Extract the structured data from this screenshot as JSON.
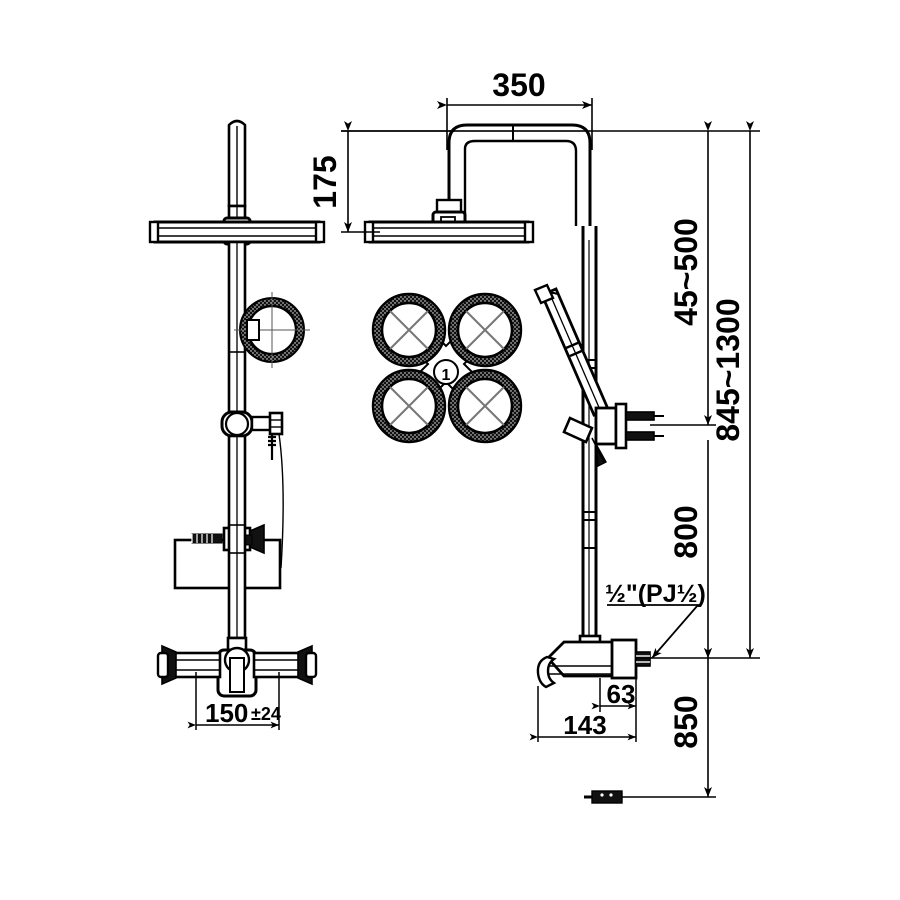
{
  "drawing": {
    "type": "technical-dimension-drawing",
    "subject": "shower column with thermostatic mixer, rain shower head, body jets and hand shower",
    "units": "mm",
    "line_color": "#000000",
    "background_color": "#ffffff",
    "views": [
      {
        "id": "left-elevation",
        "label": ""
      },
      {
        "id": "front-body-jet-detail",
        "label": ""
      },
      {
        "id": "right-elevation",
        "label": ""
      }
    ]
  },
  "dimensions": {
    "overhead_arm_length": "350",
    "overhead_arm_drop": "175",
    "slide_bar_range": "45~500",
    "shower_head_height_range": "845~1300",
    "inlet_to_head_bracket": "800",
    "inlet_height_from_floor": "850",
    "spout_projection": "143",
    "inlet_projection": "63",
    "mixer_inlet_spacing": "150",
    "mixer_inlet_tolerance": "±24",
    "inlet_thread_note": "½\"(PJ½)"
  },
  "callouts": {
    "body_jet_index": "1"
  }
}
